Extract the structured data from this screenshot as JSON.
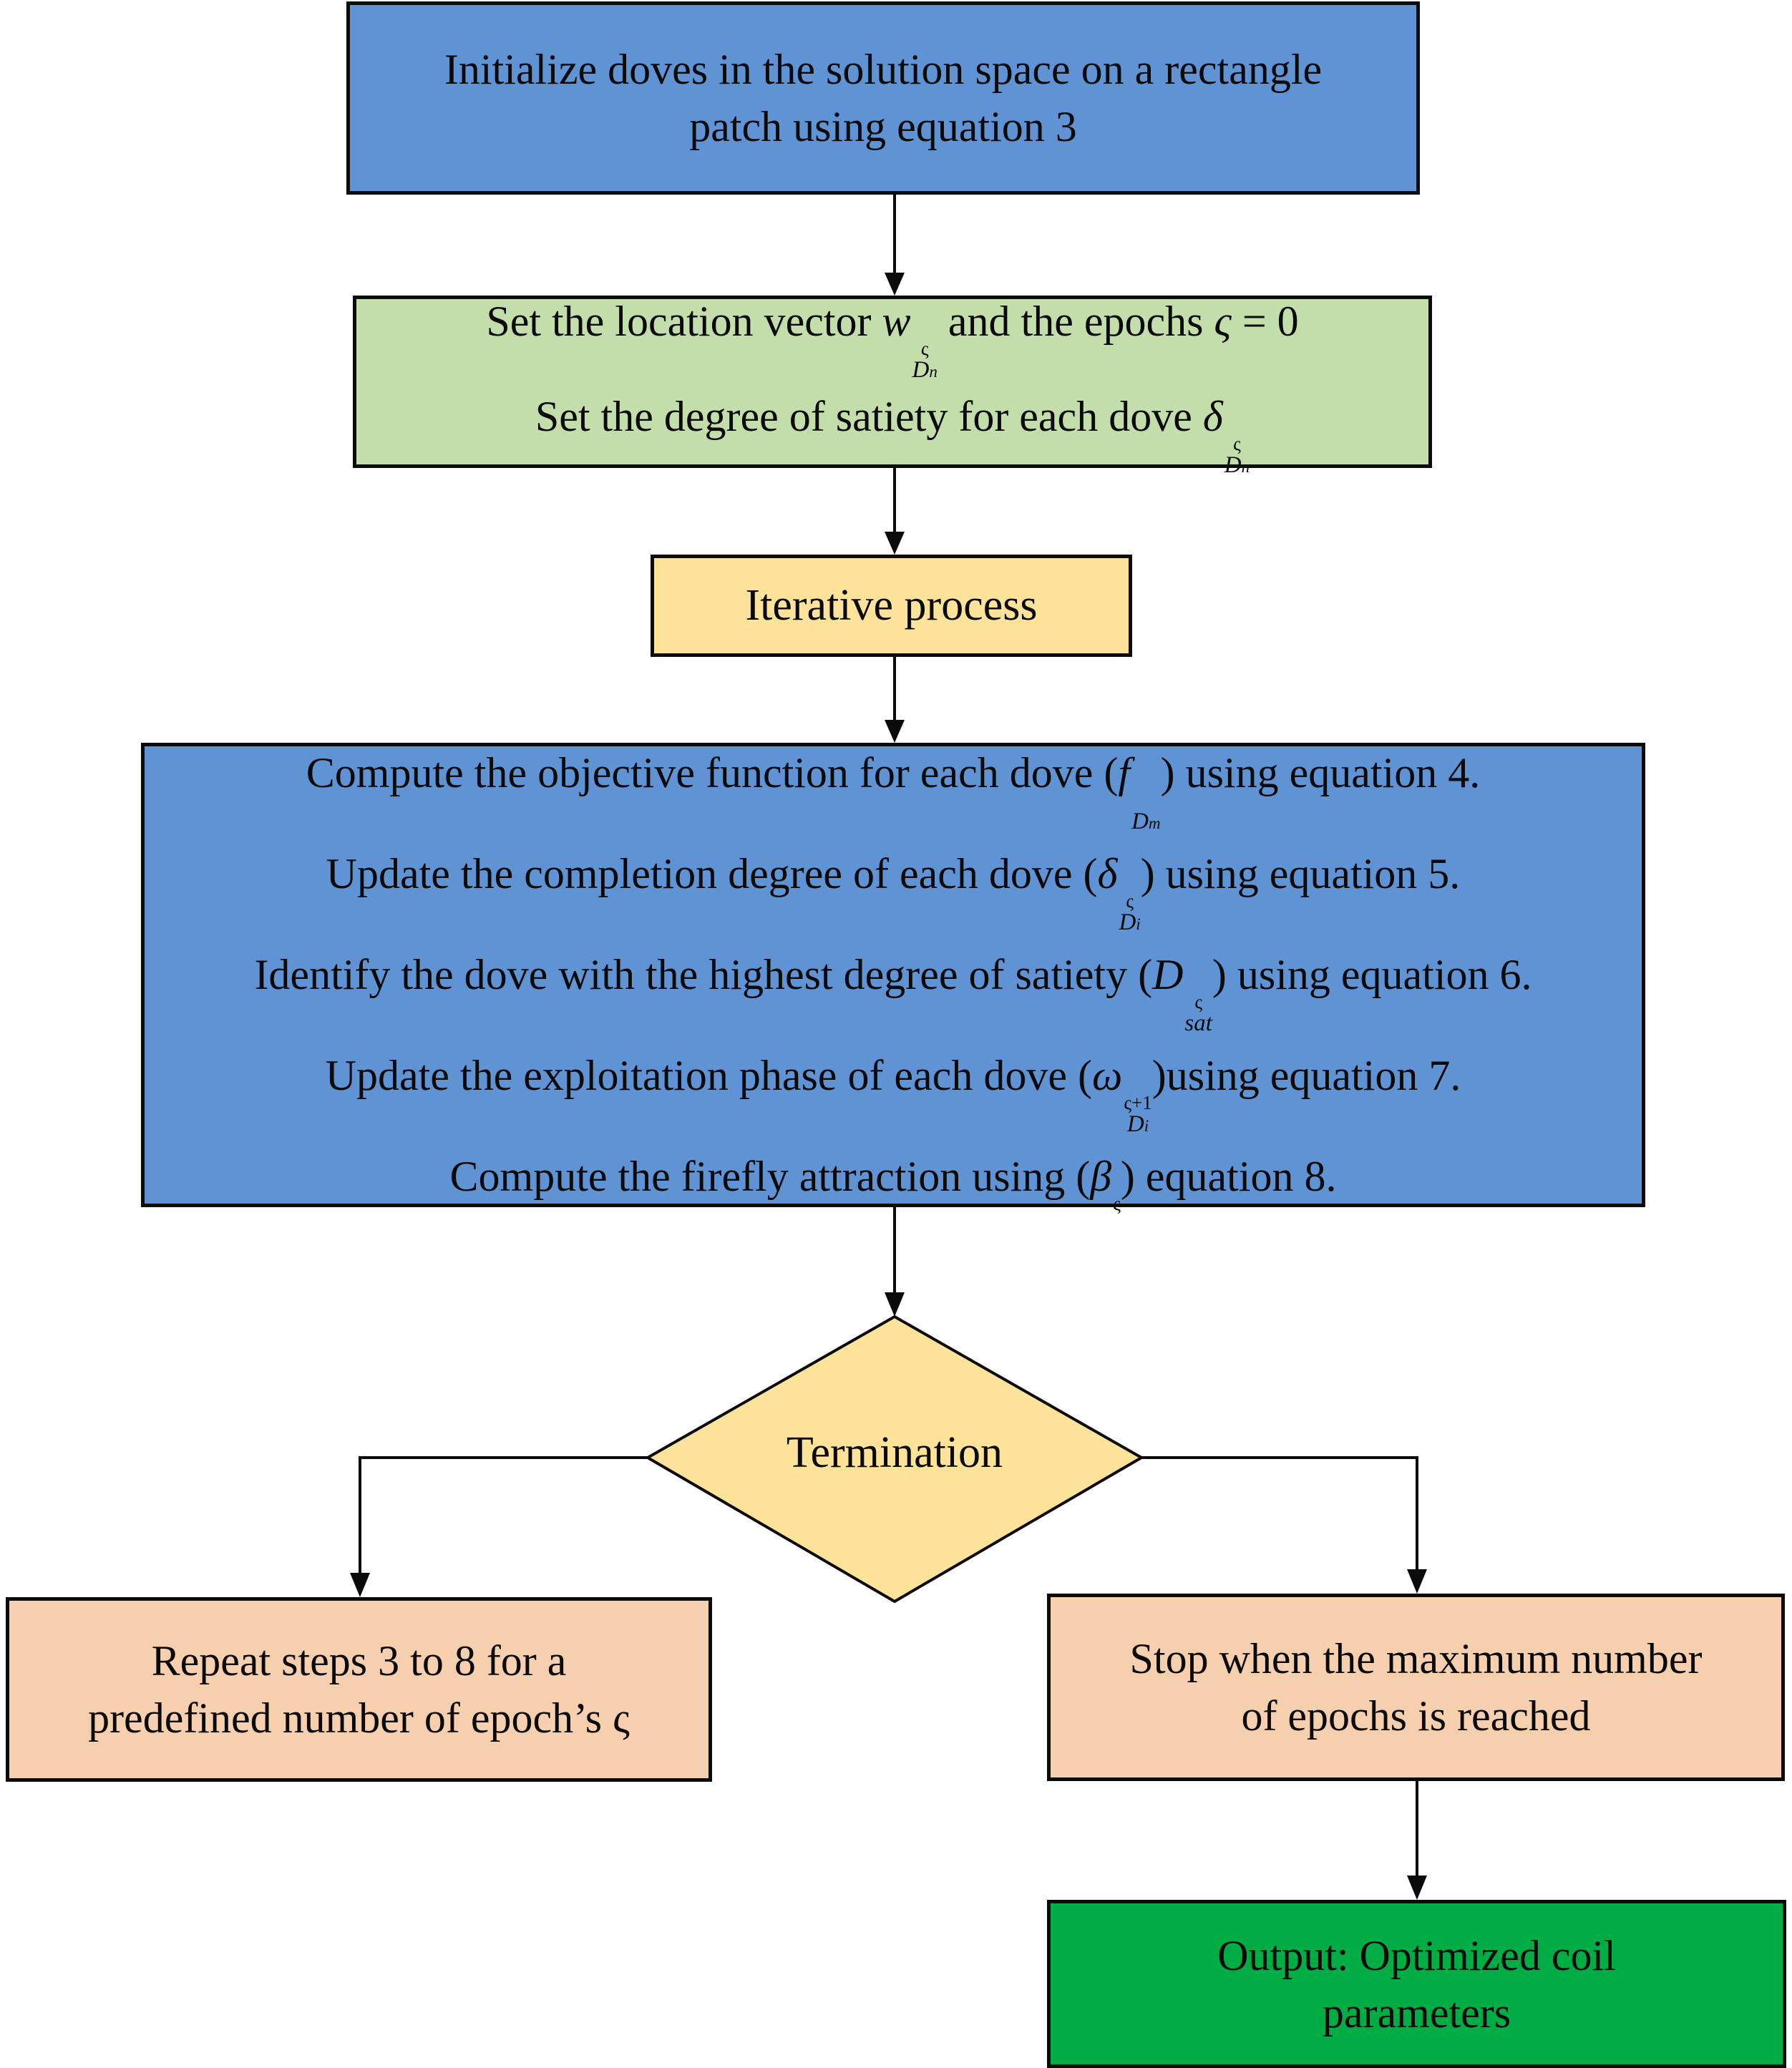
{
  "diagram": {
    "type": "flowchart",
    "colors": {
      "init": "#5f93d4",
      "setup": "#c3deaa",
      "iterative": "#fde29a",
      "compute": "#5f93d4",
      "decision": "#fde29a",
      "outcome": "#f6cfae",
      "output": "#00ad45",
      "stroke": "#0b0b0b"
    },
    "nodes": {
      "init": {
        "lines": [
          "Initialize doves in the solution space on a rectangle",
          "patch using equation 3"
        ]
      },
      "setup": {
        "line1": {
          "prefix": "Set the location vector ",
          "symbol": "w",
          "sup": "ς",
          "sub": "D",
          "sub_index": "n",
          "suffix": " and the epochs ",
          "epoch_symbol": "ς",
          "epoch_value": " = 0"
        },
        "line2": {
          "prefix": "Set the degree of satiety for each dove ",
          "symbol": "δ",
          "sup": "ς",
          "sub": "D",
          "sub_index": "n"
        }
      },
      "iterative": {
        "label": "Iterative process"
      },
      "compute": {
        "steps": [
          {
            "prefix": "Compute the objective function for each dove (",
            "symbol": "f",
            "sup": "",
            "sub": "D",
            "sub_index": "m",
            "suffix": ") using equation 4."
          },
          {
            "prefix": "Update the completion degree of each dove (",
            "symbol": "δ",
            "sup": "ς",
            "sub": "D",
            "sub_index": "i",
            "suffix": ") using equation 5."
          },
          {
            "prefix": "Identify the dove with the highest degree of satiety (",
            "symbol": "D",
            "sup": "ς",
            "sub": "sat",
            "sub_index": "",
            "suffix": ") using equation 6."
          },
          {
            "prefix": "Update the exploitation phase of each dove (",
            "symbol": "ω",
            "sup": "ς+1",
            "sub": "D",
            "sub_index": "i",
            "suffix": ")using equation 7."
          },
          {
            "prefix": "Compute the firefly attraction using (",
            "symbol": "β",
            "sup": "ς",
            "sub": "",
            "sub_index": "",
            "suffix": ") equation 8."
          }
        ]
      },
      "decision": {
        "label": "Termination"
      },
      "repeat": {
        "lines": [
          "Repeat steps 3 to 8 for a",
          "predefined number of epoch’s ς"
        ]
      },
      "stop": {
        "lines": [
          "Stop when the maximum number",
          "of epochs is reached"
        ]
      },
      "output": {
        "lines": [
          "Output: Optimized coil",
          "parameters"
        ]
      }
    },
    "edges": [
      {
        "from": "init",
        "to": "setup"
      },
      {
        "from": "setup",
        "to": "iterative"
      },
      {
        "from": "iterative",
        "to": "compute"
      },
      {
        "from": "compute",
        "to": "decision"
      },
      {
        "from": "decision",
        "to": "repeat"
      },
      {
        "from": "decision",
        "to": "stop"
      },
      {
        "from": "stop",
        "to": "output"
      }
    ]
  }
}
